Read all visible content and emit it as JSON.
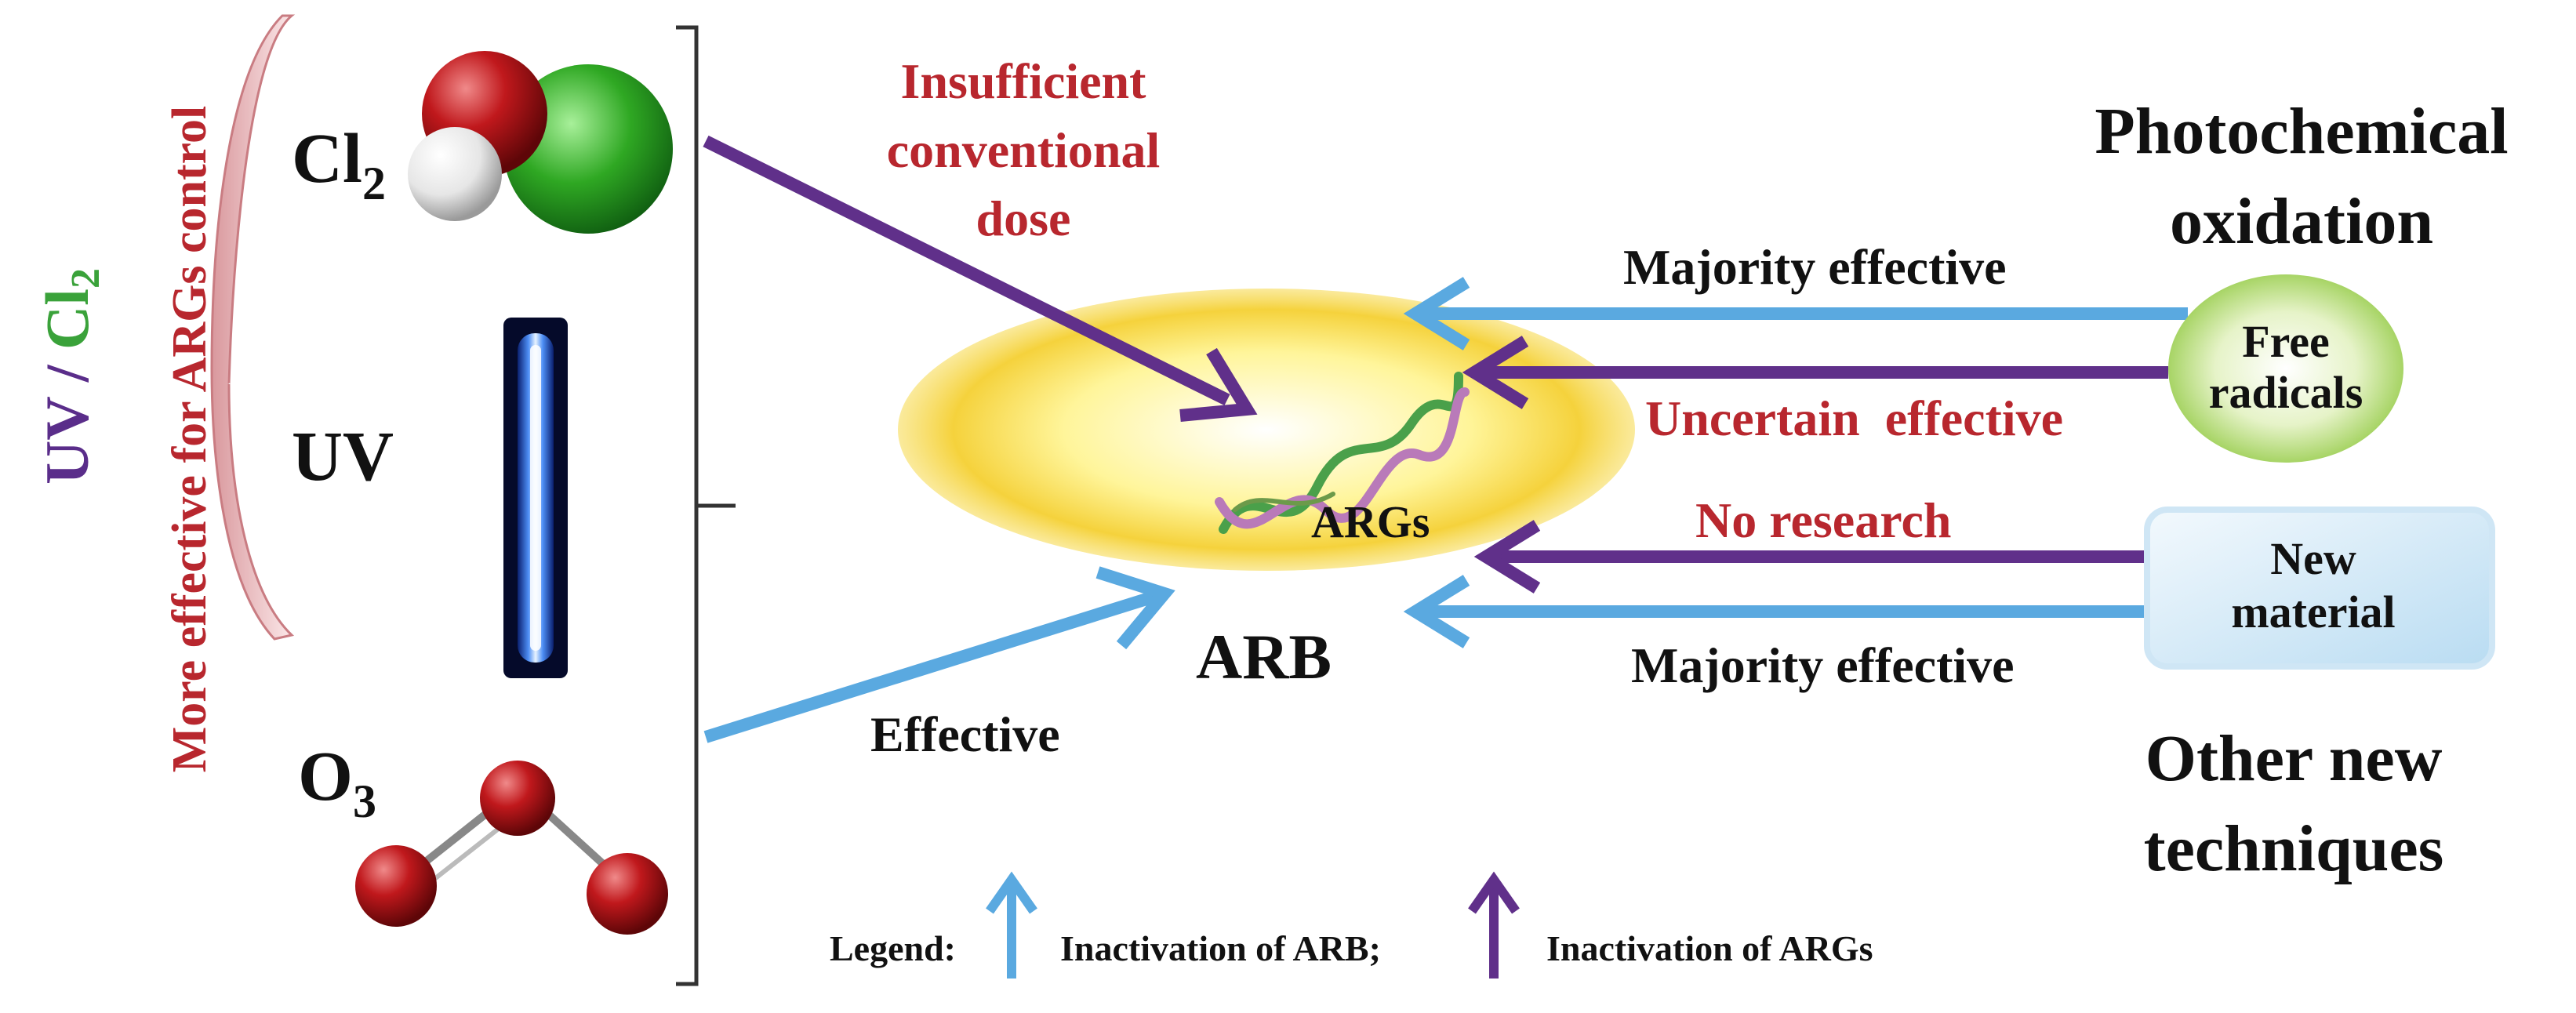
{
  "left_panel": {
    "vertical_note": "More effective for ARGs control",
    "combo": {
      "part1": "UV",
      "sep": " / ",
      "part2_main": "Cl",
      "part2_sub": "2"
    },
    "agents": {
      "cl2": {
        "main": "Cl",
        "sub": "2"
      },
      "uv": {
        "main": "UV"
      },
      "o3": {
        "main": "O",
        "sub": "3"
      }
    }
  },
  "center": {
    "target_outer": "ARB",
    "target_inner": "ARGs"
  },
  "conventional_labels": {
    "dose_line1": "Insufficient",
    "dose_line2": "conventional",
    "dose_line3": "dose",
    "effective": "Effective"
  },
  "right_panel": {
    "photochem_line1": "Photochemical",
    "photochem_line2": "oxidation",
    "free_radicals_line1": "Free",
    "free_radicals_line2": "radicals",
    "new_material_line1": "New",
    "new_material_line2": "material",
    "other_line1": "Other new",
    "other_line2": "techniques",
    "arrow_label_1": "Majority effective",
    "arrow_label_2": "Uncertain  effective",
    "arrow_label_3": "No research",
    "arrow_label_4": "Majority effective"
  },
  "legend": {
    "title": "Legend:",
    "arb": "Inactivation of ARB;",
    "args": "Inactivation of ARGs"
  },
  "colors": {
    "blue_arrow": "#5aa9e0",
    "purple_arrow": "#60308a",
    "red_text": "#b8272e",
    "green_text": "#3aa23a",
    "purple_text": "#5a2d8a",
    "black_text": "#111111"
  }
}
